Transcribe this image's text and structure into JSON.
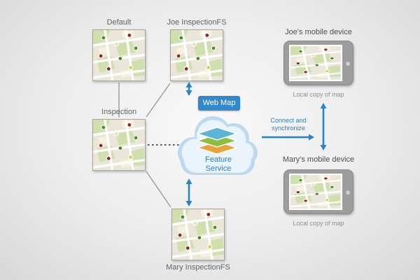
{
  "colors": {
    "accent_blue": "#2b83c4",
    "connector_gray": "#9f9f9f",
    "cloud_fill": "#bdd9ef",
    "map_background": "#eae7da"
  },
  "maps": {
    "default": {
      "label": "Default"
    },
    "joe_fs": {
      "label": "Joe InspectionFS"
    },
    "inspection": {
      "label": "Inspection"
    },
    "mary_fs": {
      "label": "Mary InspectionFS"
    }
  },
  "cloud": {
    "web_map_label": "Web Map",
    "feature_service_label": "Feature Service"
  },
  "devices": {
    "joe": {
      "title": "Joe's mobile device",
      "caption": "Local copy of map"
    },
    "mary": {
      "title": "Mary's mobile device",
      "caption": "Local copy of map"
    }
  },
  "sync": {
    "label": "Connect and synchronize"
  }
}
